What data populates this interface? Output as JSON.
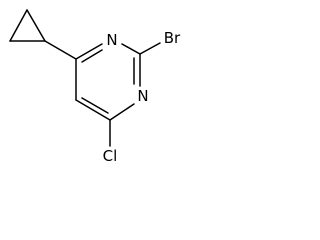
{
  "molecule": {
    "atoms": {
      "n_top": "N",
      "n_bottom": "N",
      "br": "Br",
      "cl": "Cl"
    }
  }
}
